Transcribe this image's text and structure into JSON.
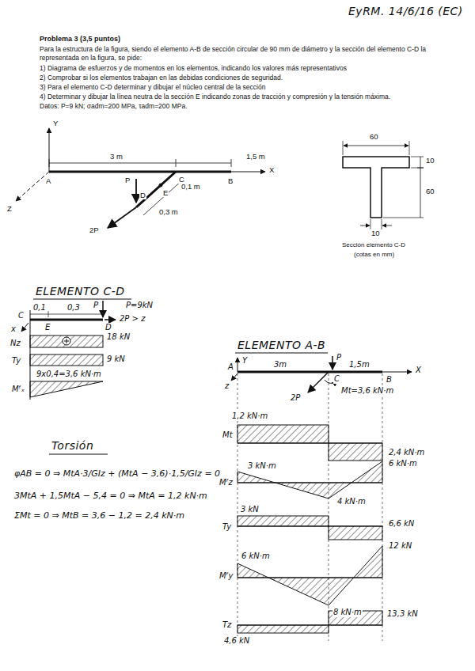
{
  "diagram": {
    "title": "Problema 3 (3,5 puntos)",
    "labels": [
      "EyRM. 14/6/16 (EC)",
      "Para la estructura de la figura, siendo el elemento A-B de sección circular de 90 mm de diámetro y la sección del elemento C-D la representada en la figura, se pide:",
      "1) Diagrama de esfuerzos y de momentos en los elementos, indicando los valores más representativos",
      "2) Comprobar si los elementos trabajan en las debidas condiciones de seguridad.",
      "3) Para el elemento C-D determinar y dibujar el núcleo central de la sección",
      "4) Determinar y dibujar la línea neutra de la sección E indicando zonas de tracción y compresión y la tensión máxima.",
      "Datos: P=9 kN; σadm=200 MPa, τadm=200 MPa.",
      "Y",
      "3 m",
      "1,5 m",
      "X",
      "A",
      "P",
      "C",
      "B",
      "Z",
      "E",
      "D",
      "0,1 m",
      "0,3 m",
      "2P",
      "60",
      "10",
      "60",
      "10",
      "Sección elemento C-D",
      "(cotas en mm)",
      "ELEMENTO C-D",
      "0,1",
      "0,3",
      "P",
      "P=9kN",
      "2P > z",
      "C",
      "E",
      "D",
      "x",
      "Nz",
      "18 kN",
      "9 kN",
      "Ty",
      "9x0,4=3,6 kN·m",
      "Mᶠₓ",
      "Torsión",
      "φAB = 0 ⇒ MtA·3/GIz + (MtA − 3,6)·1,5/GIz = 0",
      "3MtA + 1,5MtA − 5,4 = 0 ⇒ MtA = 1,2 kN·m",
      "ΣMt = 0 ⇒ MtB = 3,6 − 1,2 = 2,4 kN·m",
      "ELEMENTO A-B",
      "Y",
      "3m",
      "P",
      "1,5m",
      "X",
      "A",
      "C",
      "B",
      "z",
      "Mt=3,6 kN·m",
      "2P",
      "1,2 kN·m",
      "Mt",
      "2,4 kN·m",
      "6 kN·m",
      "3 kN·m",
      "Mᶠz",
      "4 kN·m",
      "3 kN",
      "Ty",
      "6,6 kN",
      "12 kN",
      "6 kN·m",
      "Mᶠy",
      "8 kN·m",
      "13,3 kN",
      "Tz",
      "4,6 kN"
    ]
  }
}
